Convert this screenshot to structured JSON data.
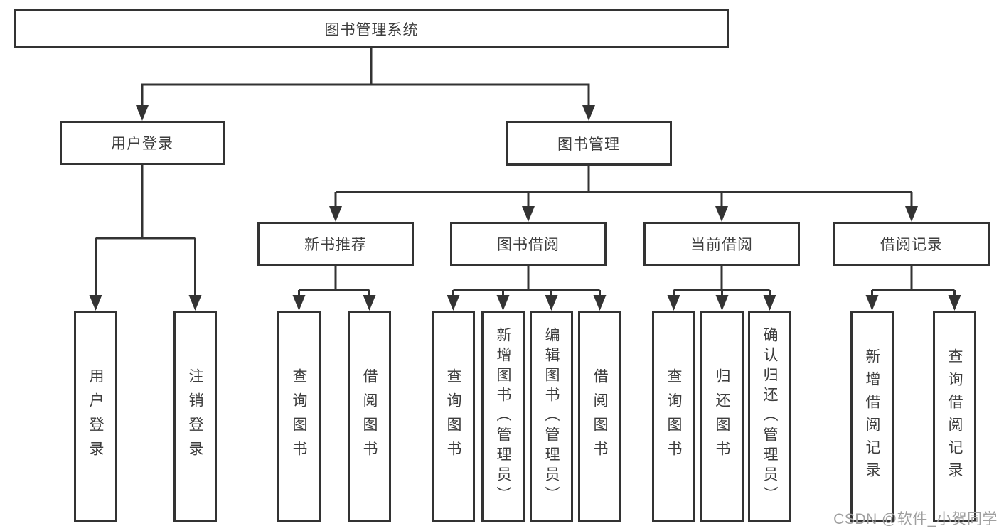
{
  "diagram_title": "图书管理系统",
  "tree": {
    "label": "图书管理系统",
    "children": [
      {
        "label": "用户登录",
        "children": [
          {
            "label": "用户登录"
          },
          {
            "label": "注销登录"
          }
        ]
      },
      {
        "label": "图书管理",
        "children": [
          {
            "label": "新书推荐",
            "children": [
              {
                "label": "查询图书"
              },
              {
                "label": "借阅图书"
              }
            ]
          },
          {
            "label": "图书借阅",
            "children": [
              {
                "label": "查询图书"
              },
              {
                "label": "新增图书（管理员）"
              },
              {
                "label": "编辑图书（管理员）"
              },
              {
                "label": "借阅图书"
              }
            ]
          },
          {
            "label": "当前借阅",
            "children": [
              {
                "label": "查询图书"
              },
              {
                "label": "归还图书"
              },
              {
                "label": "确认归还（管理员）"
              }
            ]
          },
          {
            "label": "借阅记录",
            "children": [
              {
                "label": "新增借阅记录"
              },
              {
                "label": "查询借阅记录"
              }
            ]
          }
        ]
      }
    ]
  },
  "watermark": "CSDN @软件_小贺同学",
  "colors": {
    "line": "#333333",
    "text": "#3d3d3d",
    "watermark": "#9f9f9f",
    "background": "#ffffff"
  }
}
